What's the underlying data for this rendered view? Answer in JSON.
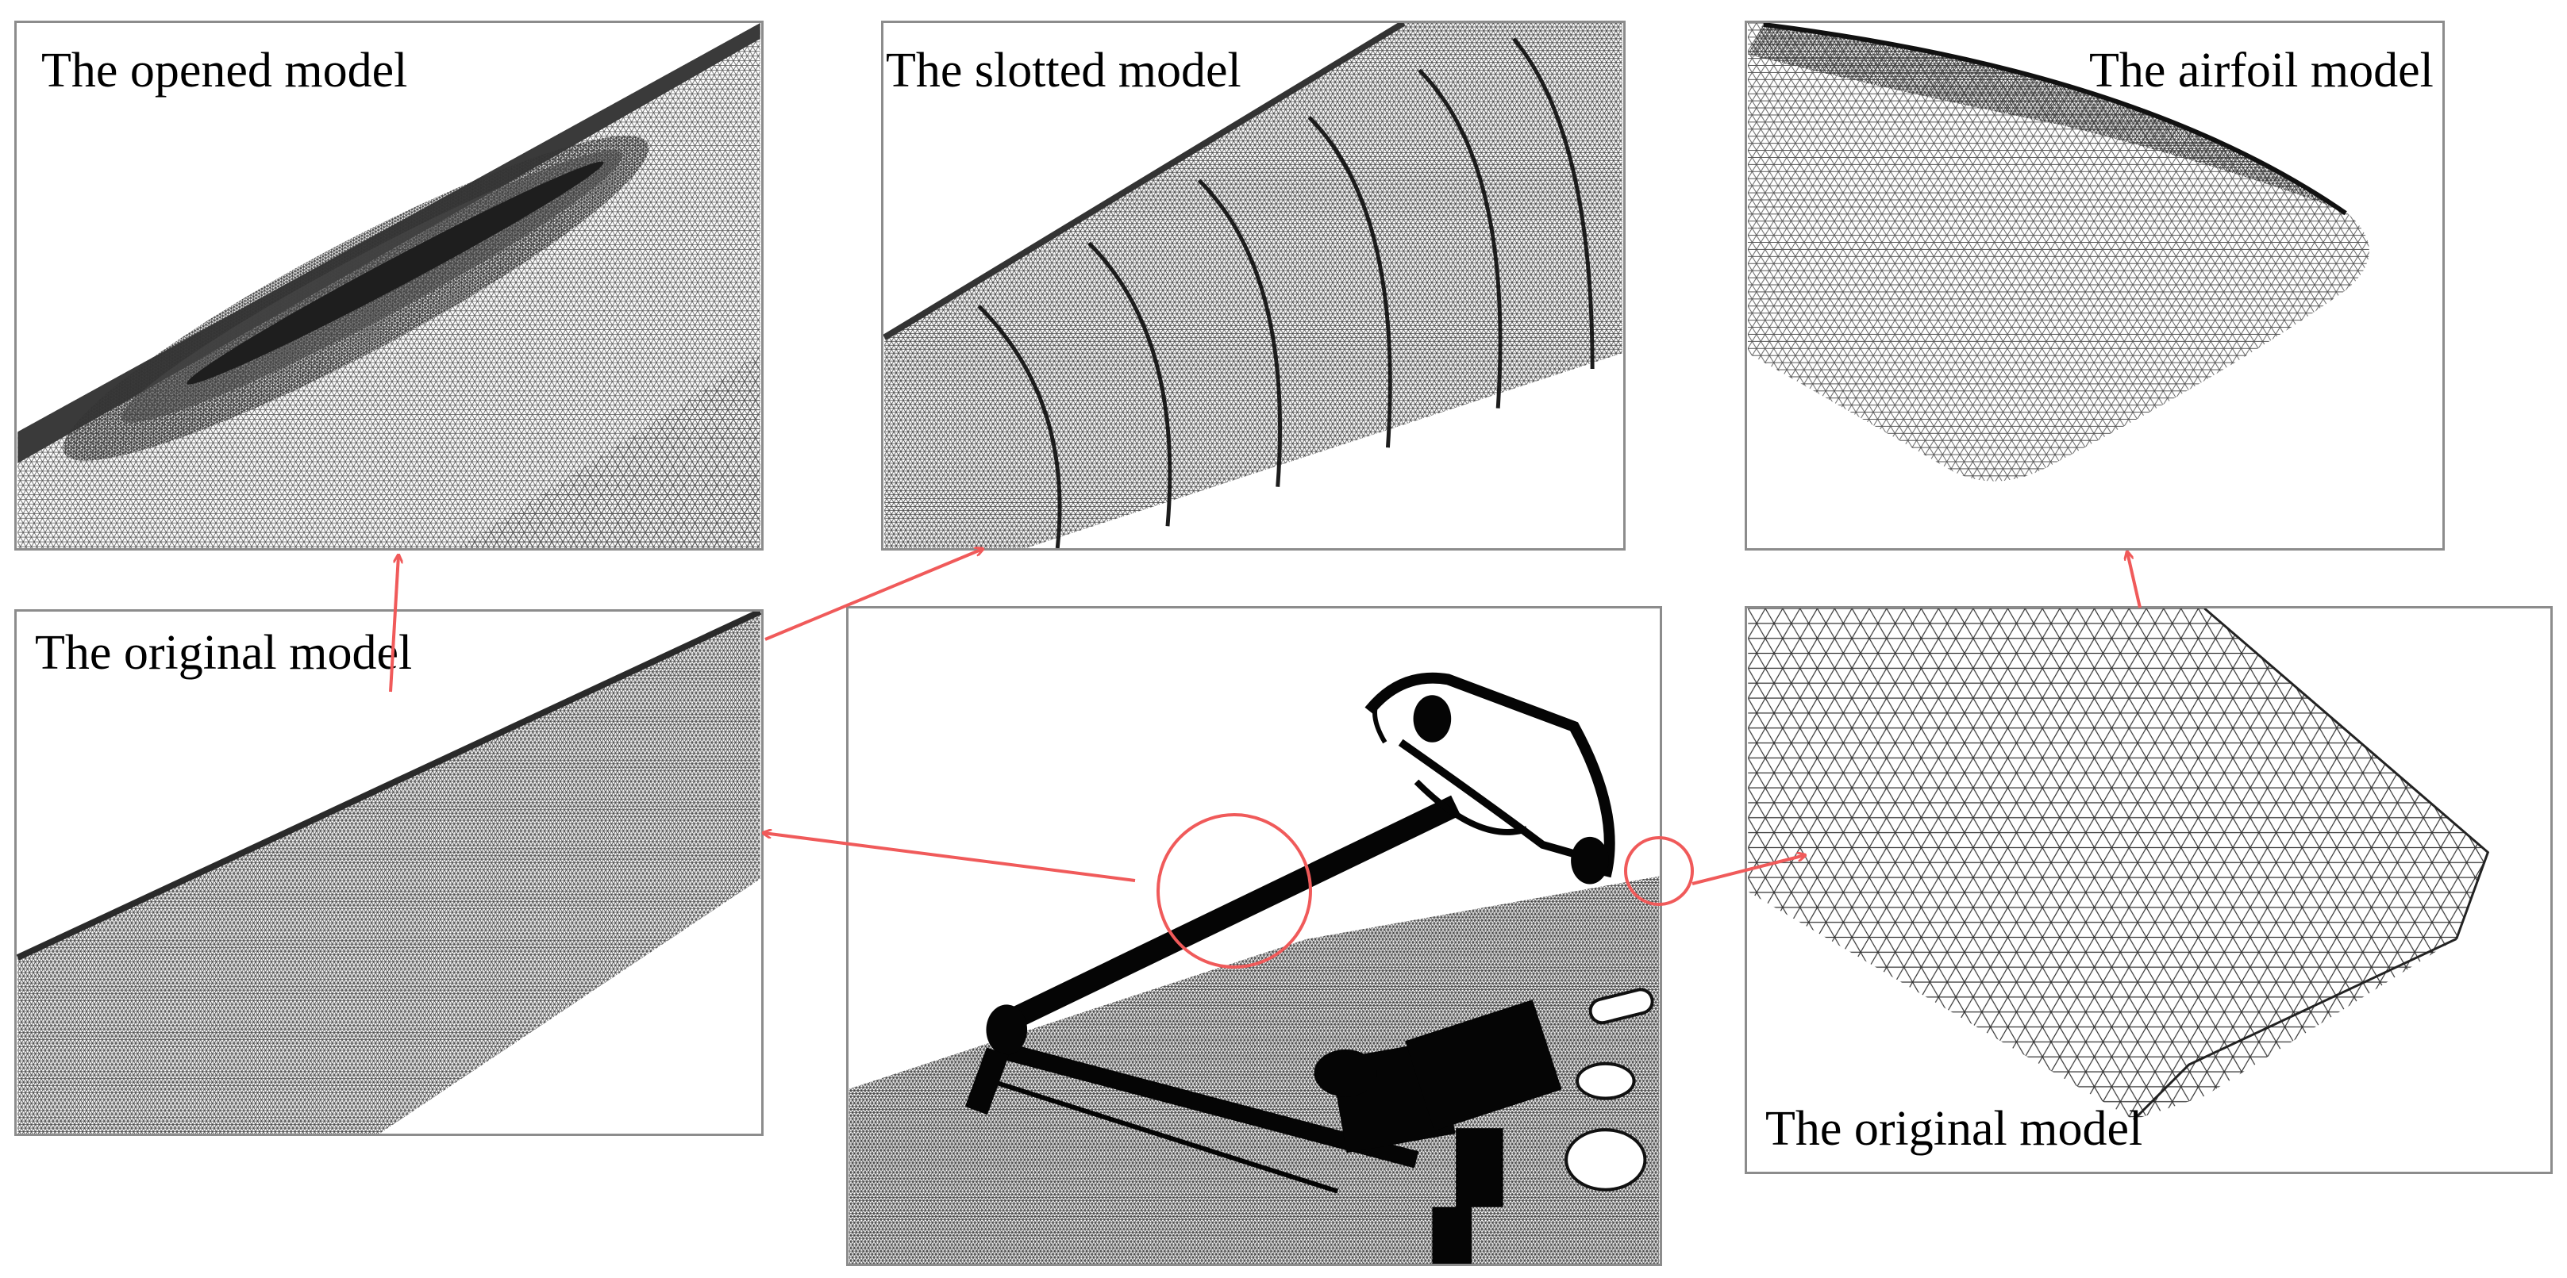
{
  "panels": {
    "opened": {
      "label": "The opened model"
    },
    "slotted": {
      "label": "The slotted model"
    },
    "airfoil": {
      "label": "The airfoil model"
    },
    "original_left": {
      "label": "The original model"
    },
    "original_right": {
      "label": "The original model"
    }
  },
  "colors": {
    "arrow": "#f05a5a",
    "mesh_dark": "#2a2a2a",
    "mesh_mid": "#6e6e6e",
    "mesh_light": "#a8a8a8",
    "frame": "#8c8c8c"
  }
}
